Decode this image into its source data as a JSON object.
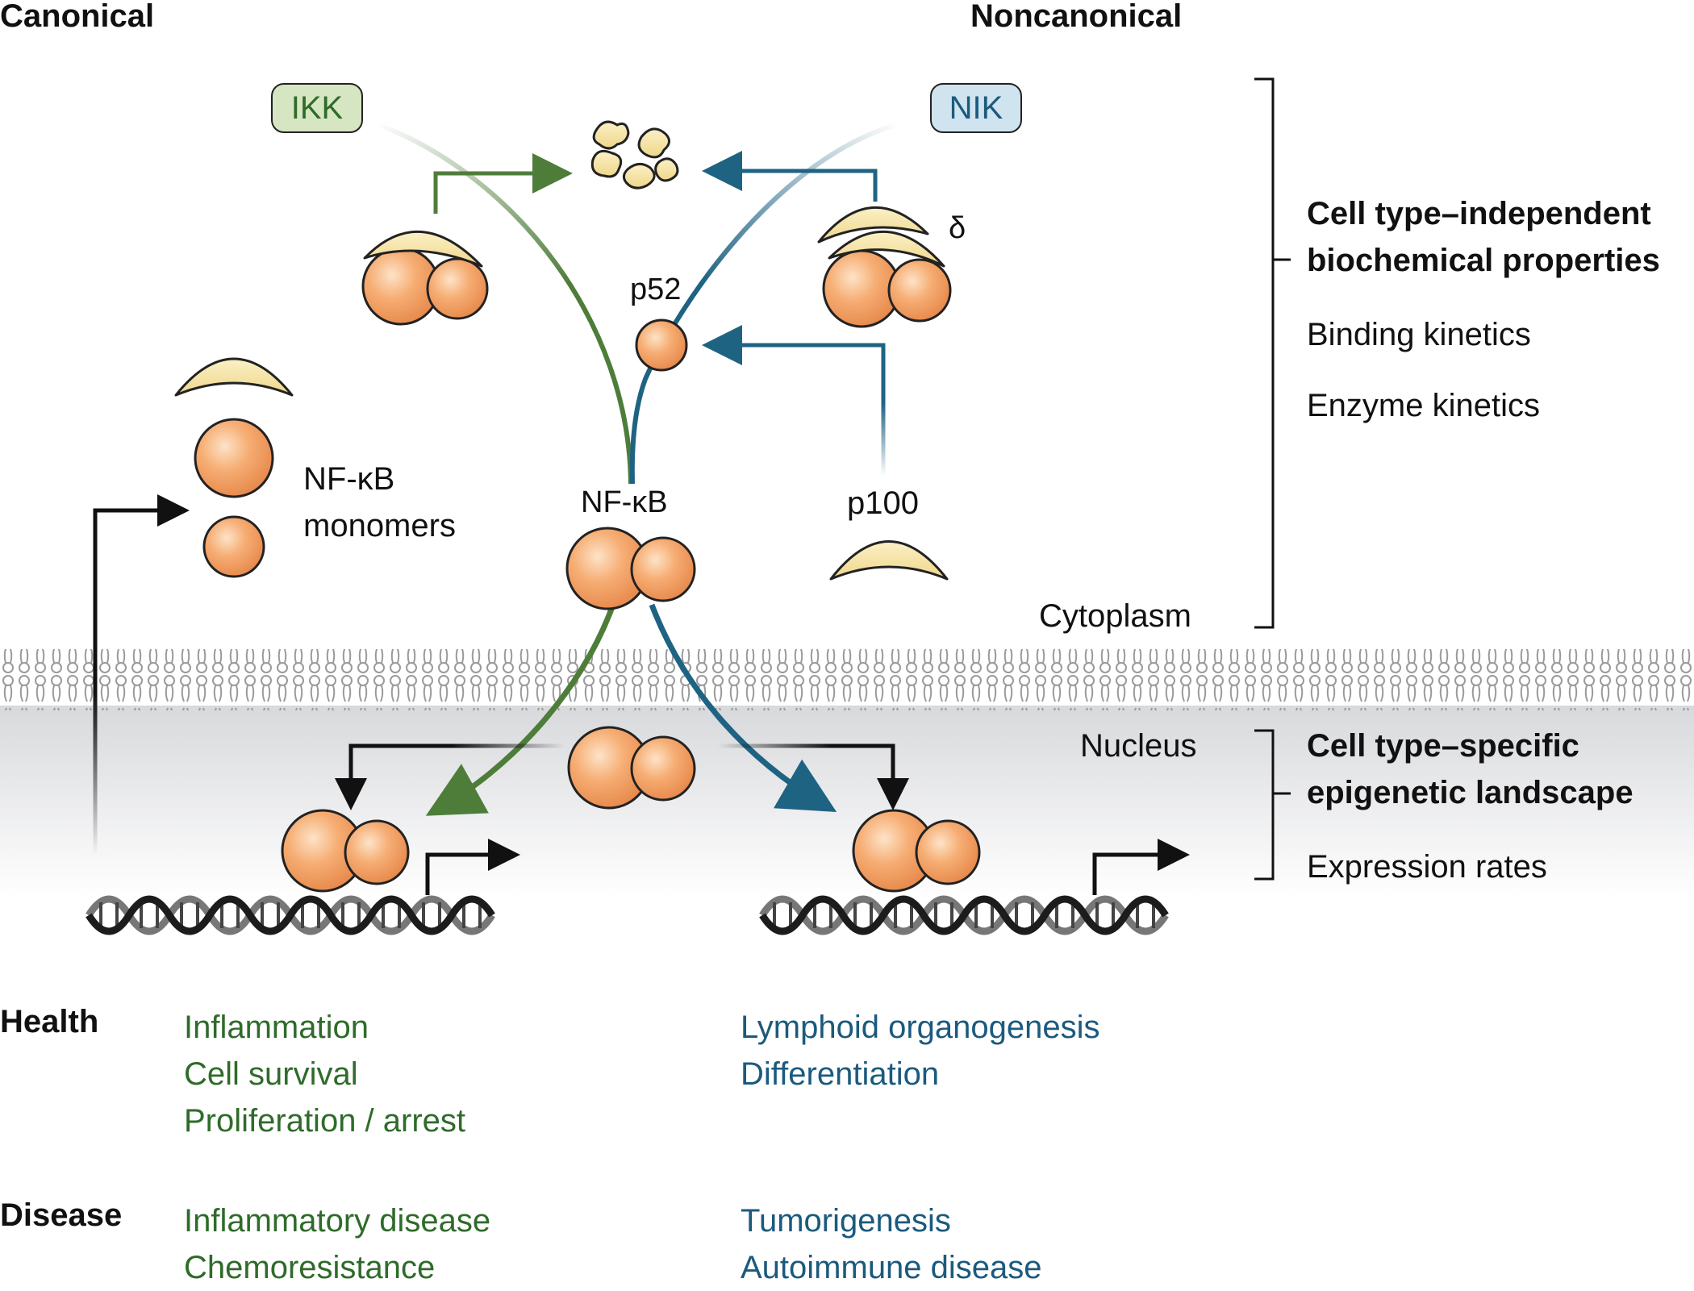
{
  "headers": {
    "canonical": "Canonical",
    "noncanonical": "Noncanonical"
  },
  "kinases": {
    "ikk": "IKK",
    "nik": "NIK"
  },
  "labels": {
    "p52": "p52",
    "delta": "δ",
    "nfkb": "NF-κB",
    "monomers_line1": "NF-κB",
    "monomers_line2": "monomers",
    "p100": "p100",
    "cytoplasm": "Cytoplasm",
    "nucleus": "Nucleus"
  },
  "right_panel": {
    "top_title_line1": "Cell type–independent",
    "top_title_line2": "biochemical properties",
    "binding_kinetics": "Binding kinetics",
    "enzyme_kinetics": "Enzyme kinetics",
    "bottom_title_line1": "Cell type–specific",
    "bottom_title_line2": "epigenetic landscape",
    "expression_rates": "Expression rates"
  },
  "outcomes": {
    "health_label": "Health",
    "disease_label": "Disease",
    "canonical_health": [
      "Inflammation",
      "Cell survival",
      "Proliferation / arrest"
    ],
    "noncanonical_health": [
      "Lymphoid organogenesis",
      "Differentiation"
    ],
    "canonical_disease": [
      "Inflammatory disease",
      "Chemoresistance"
    ],
    "noncanonical_disease": [
      "Tumorigenesis",
      "Autoimmune disease"
    ]
  },
  "colors": {
    "canonical": "#4e7d3a",
    "noncanonical": "#1f6383",
    "protein": "#f2a165",
    "ikb": "#f5e3a6",
    "ikk_fill": "#d6e6c2",
    "nik_fill": "#cfe4ef"
  }
}
